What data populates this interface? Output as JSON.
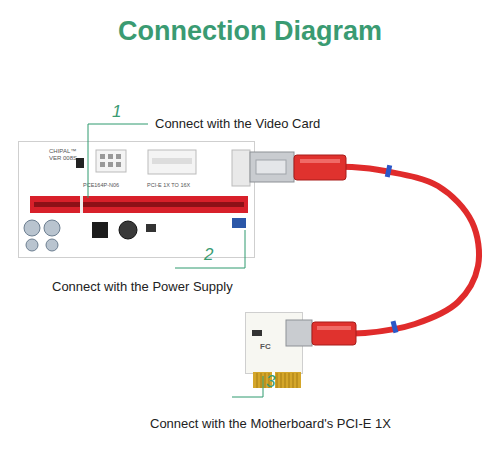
{
  "diagram": {
    "title": "Connection Diagram",
    "nodes": [
      {
        "text": [
          "CHIPAL™",
          "VER 008S",
          "PCE164P-N06",
          "PCI-E 1X TO 16X"
        ]
      },
      {
        "text": [
          "FC"
        ]
      }
    ],
    "edges": [
      {
        "from": 0,
        "to": 1,
        "arrow": "none"
      }
    ],
    "labels": [
      "1",
      "Connect with the Video Card",
      "2",
      "Connect with the Power Supply",
      "3",
      "Connect with the Motherboard's PCI-E 1X"
    ]
  }
}
